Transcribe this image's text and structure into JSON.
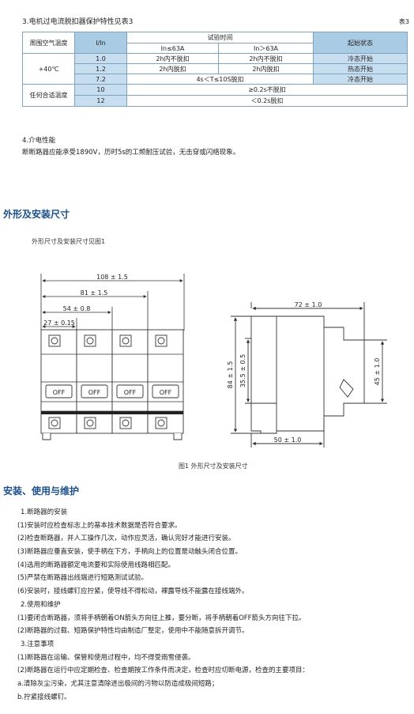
{
  "section3": {
    "title": "3.电机过电流脱扣器保护特性见表3",
    "table_label": "表3"
  },
  "table": {
    "h_ambient": "周围空气温度",
    "h_ratio": "I/In",
    "h_test_time": "试验时间",
    "h_le63": "In≤63A",
    "h_gt63": "In＞63A",
    "h_start": "起始状态",
    "temp_40": "+40℃",
    "temp_any": "任何合适温度",
    "rows": [
      {
        "ratio": "1.0",
        "le63": "2h内不脱扣",
        "gt63": "2h内不脱扣",
        "start": "冷态开始"
      },
      {
        "ratio": "1.2",
        "le63": "2h内脱扣",
        "gt63": "2h内脱扣",
        "start": "热态开始"
      },
      {
        "ratio": "7.2",
        "merged": "4s＜T≤10S脱扣",
        "start": "冷态开始"
      },
      {
        "ratio": "10",
        "merged_all": "≥0.2s不脱扣"
      },
      {
        "ratio": "12",
        "merged_all": "＜0.2s脱扣"
      }
    ]
  },
  "dielectric": {
    "title": "4.介电性能",
    "text": "断断路器应能承受1890V，历时5s的工频耐压试验，无击穿或闪络现象。"
  },
  "dimensions": {
    "heading": "外形及安装尺寸",
    "intro": "外形尺寸及安装尺寸见图1",
    "caption": "图1 外形尺寸及安装尺寸",
    "front": {
      "w108": "108 ± 1.5",
      "w81": "81 ± 1.5",
      "w54": "54 ± 0.8",
      "w27": "27 ± 0.15",
      "off_label": "OFF"
    },
    "side": {
      "w72": "72 ± 1.0",
      "w50": "50 ± 1.0",
      "h84": "84 ± 1.5",
      "h35": "35.5 ± 0.5",
      "h45": "45 ± 1.0"
    }
  },
  "install": {
    "heading": "安装、使用与维护",
    "lines": [
      "1.断路器的安装",
      "(1)安装时应检查标志上的基本技术数据是否符合要求。",
      "(2)检查断路器，并人工操作几次，动作应灵活，确认完好才能进行安装。",
      "(3)断路器应垂直安装，使手柄在下方，手柄向上的位置是动触头闭合位置。",
      "(4)选用的断路器额定电流要和实际使用线路相匹配。",
      "(5)严禁在断路器出线端进行短路测试试验。",
      "(6)安装时，接线螺钉应拧紧，使导线不得松动，裸露导线不能露在接线端外。",
      "2.使用和维护",
      "(1)要闭合断路器，须将手柄朝着ON箭头方向往上推，要分断，将手柄朝着OFF箭头方向往下拉。",
      "(2)断路器的过载、短路保护特性均由制造厂整定，使用中不能随意拆开调节。",
      "3.注意事项",
      "(1)断路器在运输、保管和使用过程中，均不得受雨雪侵袭。",
      "(2)断路器在运行中应定期检查、检查期按工作条件而决定，检查时应切断电源，检查的主要项目：",
      "a.清除灰尘污染，尤其注意清除进出极间的污物以防造成极间短路；",
      "b.拧紧接线螺钉。"
    ]
  }
}
